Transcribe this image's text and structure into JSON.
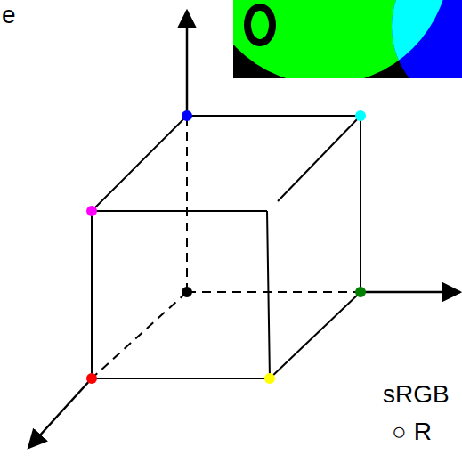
{
  "diagram": {
    "labels": [
      "e",
      "sRGB",
      "○ R"
    ]
  }
}
